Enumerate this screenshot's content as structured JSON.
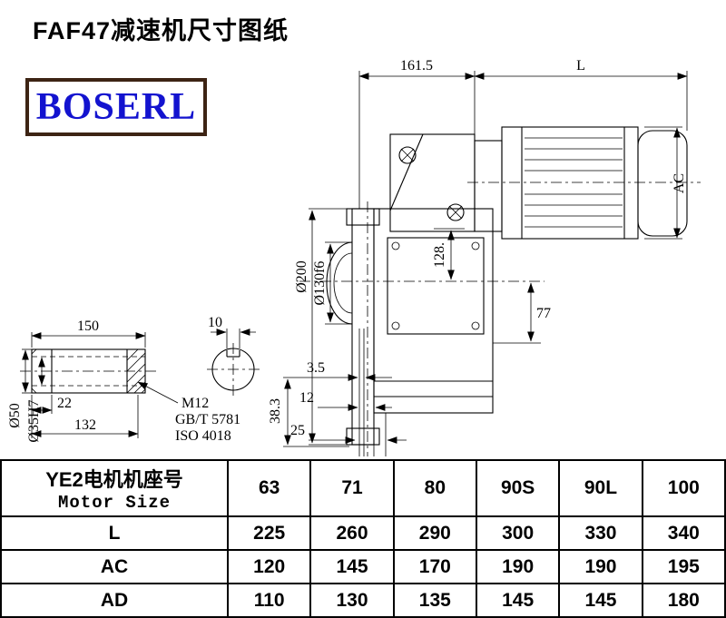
{
  "page": {
    "title": "FAF47减速机尺寸图纸",
    "logo_text": "BOSERL"
  },
  "drawing": {
    "dim_161_5": "161.5",
    "dim_L": "L",
    "dim_AC": "AC",
    "dia_200": "Ø200",
    "dia_130": "Ø130f6",
    "dim_128": "128.",
    "dim_77": "77",
    "dim_150": "150",
    "dim_10": "10",
    "dim_3_5": "3.5",
    "dim_12": "12",
    "dim_25": "25",
    "dim_38_3": "38.3",
    "dim_22": "22",
    "dim_132": "132",
    "dia_50": "Ø50",
    "dia_35": "Ø35H7",
    "note_m12": "M12",
    "note_gbt": "GB/T 5781",
    "note_iso": "ISO 4018"
  },
  "table": {
    "header": {
      "line1": "YE2电机机座号",
      "line2": "Motor Size"
    },
    "sizes": [
      "63",
      "71",
      "80",
      "90S",
      "90L",
      "100"
    ],
    "rows": [
      {
        "label": "L",
        "values": [
          "225",
          "260",
          "290",
          "300",
          "330",
          "340"
        ]
      },
      {
        "label": "AC",
        "values": [
          "120",
          "145",
          "170",
          "190",
          "190",
          "195"
        ]
      },
      {
        "label": "AD",
        "values": [
          "110",
          "130",
          "135",
          "145",
          "145",
          "180"
        ]
      }
    ]
  }
}
